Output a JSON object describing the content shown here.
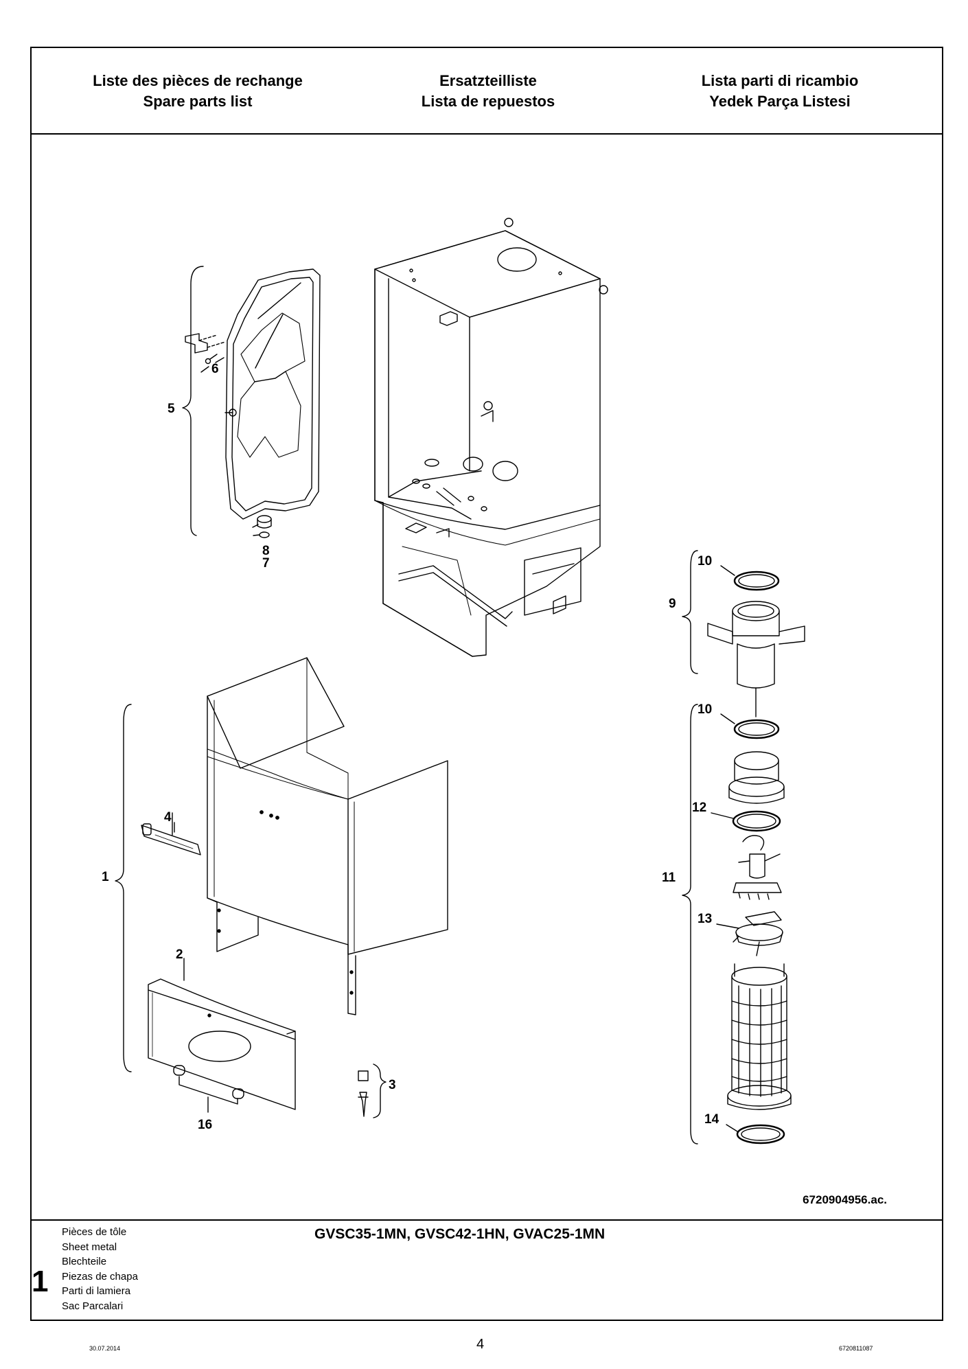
{
  "header": {
    "col1": [
      "Liste des pièces de rechange",
      "Spare parts list"
    ],
    "col2": [
      "Ersatzteilliste",
      "Lista de repuestos"
    ],
    "col3": [
      "Lista parti di ricambio",
      "Yedek Parça Listesi"
    ]
  },
  "callouts": {
    "p1": "1",
    "p2": "2",
    "p3": "3",
    "p4": "4",
    "p5": "5",
    "p6": "6",
    "p7": "7",
    "p8": "8",
    "p9": "9",
    "p10a": "10",
    "p10b": "10",
    "p11": "11",
    "p12": "12",
    "p13": "13",
    "p14": "14",
    "p16": "16"
  },
  "figure_ref": "6720904956.ac.",
  "footer": {
    "section_number": "1",
    "section_names": [
      "Pièces de tôle",
      "Sheet metal",
      "Blechteile",
      "Piezas de chapa",
      "Parti di lamiera",
      "Sac Parcalari"
    ],
    "models": "GVSC35-1MN, GVSC42-1HN, GVAC25-1MN"
  },
  "page": {
    "date": "30.07.2014",
    "number": "4",
    "doc_id": "6720811087"
  }
}
